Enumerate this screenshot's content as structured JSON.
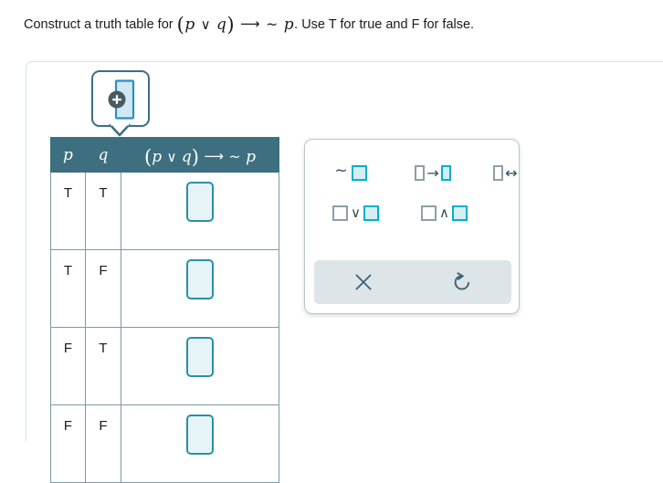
{
  "prompt": {
    "lead": "Construct a truth table for",
    "expression": {
      "open_paren": "(",
      "left_var": "p",
      "operator": "∨",
      "right_var": "q",
      "close_paren": ")",
      "arrow": "⟶",
      "tilde": "~",
      "negated_var": "p"
    },
    "trail": ". Use T for true and F for false."
  },
  "tooltip": {
    "name": "add-column-tooltip",
    "icon": "add-column-icon",
    "plus_symbol": "+"
  },
  "table": {
    "headers": {
      "p": "p",
      "q": "q",
      "expression": {
        "open_paren": "(",
        "left_var": "p",
        "operator": "∨",
        "right_var": "q",
        "close_paren": ")",
        "arrow": "⟶",
        "tilde": "~",
        "negated_var": "p"
      }
    },
    "rows": [
      {
        "p": "T",
        "q": "T",
        "answer": ""
      },
      {
        "p": "T",
        "q": "F",
        "answer": ""
      },
      {
        "p": "F",
        "q": "T",
        "answer": ""
      },
      {
        "p": "F",
        "q": "F",
        "answer": ""
      }
    ]
  },
  "keypad": {
    "buttons": [
      {
        "name": "negation-button",
        "prefix": "~",
        "operator": "",
        "suffix_box": "filled",
        "prefix_box": "none"
      },
      {
        "name": "implication-button",
        "prefix": "",
        "operator": "→",
        "suffix_box": "filled",
        "prefix_box": "empty"
      },
      {
        "name": "biconditional-button",
        "prefix": "",
        "operator": "↔",
        "suffix_box": "filled",
        "prefix_box": "empty"
      },
      {
        "name": "disjunction-button",
        "prefix": "",
        "operator": "∨",
        "suffix_box": "filled",
        "prefix_box": "empty"
      },
      {
        "name": "conjunction-button",
        "prefix": "",
        "operator": "∧",
        "suffix_box": "filled",
        "prefix_box": "empty"
      }
    ],
    "footer": {
      "clear_icon": "close-x-icon",
      "undo_icon": "undo-arrow-icon"
    }
  },
  "colors": {
    "header_bg": "#3d6f80",
    "table_border": "#7c9aa5",
    "answer_box_border": "#2a8fa5",
    "answer_box_fill": "#e6f4f7",
    "keypad_accent": "#00b0ce",
    "keypad_empty": "#8d9fa8",
    "footer_bg": "#dde5e8",
    "icon_color": "#3d6475"
  }
}
